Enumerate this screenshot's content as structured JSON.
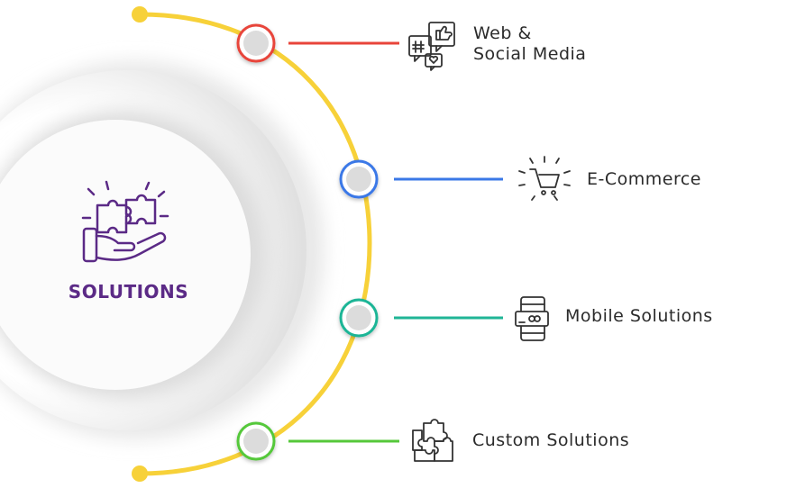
{
  "center": {
    "title": "SOLUTIONS",
    "icon": "hand-puzzle-icon"
  },
  "items": [
    {
      "lines": [
        "Web &",
        "Social Media"
      ],
      "icon": "social-media-icon",
      "color": "#e8443a"
    },
    {
      "lines": [
        "E-Commerce"
      ],
      "icon": "shopping-cart-icon",
      "color": "#3b78e7"
    },
    {
      "lines": [
        "Mobile Solutions"
      ],
      "icon": "mobile-payment-icon",
      "color": "#1fb596"
    },
    {
      "lines": [
        "Custom Solutions"
      ],
      "icon": "puzzle-pieces-icon",
      "color": "#55c83a"
    }
  ],
  "colors": {
    "arc": "#f7d139",
    "title": "#5b2a86",
    "icon_stroke": "#333333"
  }
}
